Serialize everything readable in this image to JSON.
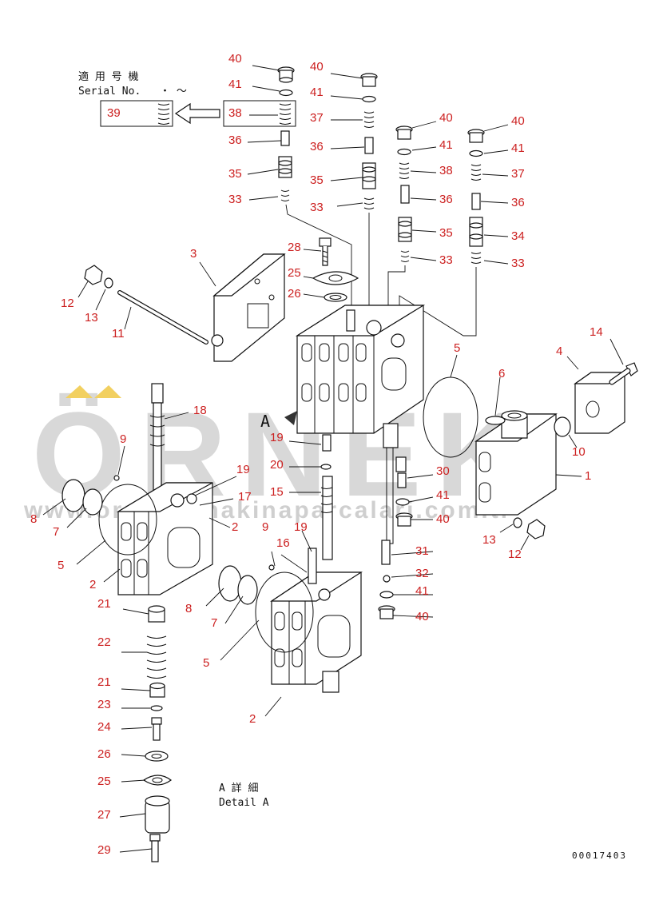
{
  "header": {
    "applicable_jp": "適 用 号 機",
    "serial_label": "Serial No.",
    "serial_range": "・ ～"
  },
  "detail": {
    "title_jp": "A 詳 細",
    "title_en": "Detail A",
    "view_letter": "A"
  },
  "drawing_number": "00017403",
  "watermark": {
    "brand": "ÖRNEK",
    "site": "www.ornekismakinaparcalari.com.tr"
  },
  "callouts": {
    "c_40a": "40",
    "c_41a": "41",
    "c_38a": "38",
    "c_39": "39",
    "c_36a": "36",
    "c_35a": "35",
    "c_33a": "33",
    "c_40b": "40",
    "c_41b": "41",
    "c_37b": "37",
    "c_36b": "36",
    "c_35b": "35",
    "c_33b": "33",
    "c_40c": "40",
    "c_41c": "41",
    "c_38c": "38",
    "c_36c": "36",
    "c_35c": "35",
    "c_33c": "33",
    "c_40d": "40",
    "c_41d": "41",
    "c_37d": "37",
    "c_36d": "36",
    "c_34d": "34",
    "c_33d": "33",
    "c_3": "3",
    "c_28": "28",
    "c_25a": "25",
    "c_26a": "26",
    "c_12a": "12",
    "c_13a": "13",
    "c_11": "11",
    "c_5a": "5",
    "c_6": "6",
    "c_4": "4",
    "c_14": "14",
    "c_10": "10",
    "c_1": "1",
    "c_13b": "13",
    "c_12b": "12",
    "c_18": "18",
    "c_9a": "9",
    "c_19a": "19",
    "c_17": "17",
    "c_2a": "2",
    "c_8a": "8",
    "c_7a": "7",
    "c_5b": "5",
    "c_2b": "2",
    "c_19b": "19",
    "c_20": "20",
    "c_15": "15",
    "c_9b": "9",
    "c_19c": "19",
    "c_16": "16",
    "c_30": "30",
    "c_41e": "41",
    "c_40e": "40",
    "c_31": "31",
    "c_32": "32",
    "c_41f": "41",
    "c_40f": "40",
    "c_21a": "21",
    "c_22": "22",
    "c_21b": "21",
    "c_23": "23",
    "c_24": "24",
    "c_26b": "26",
    "c_25b": "25",
    "c_27": "27",
    "c_29": "29",
    "c_8b": "8",
    "c_7b": "7",
    "c_5c": "5",
    "c_2c": "2"
  }
}
